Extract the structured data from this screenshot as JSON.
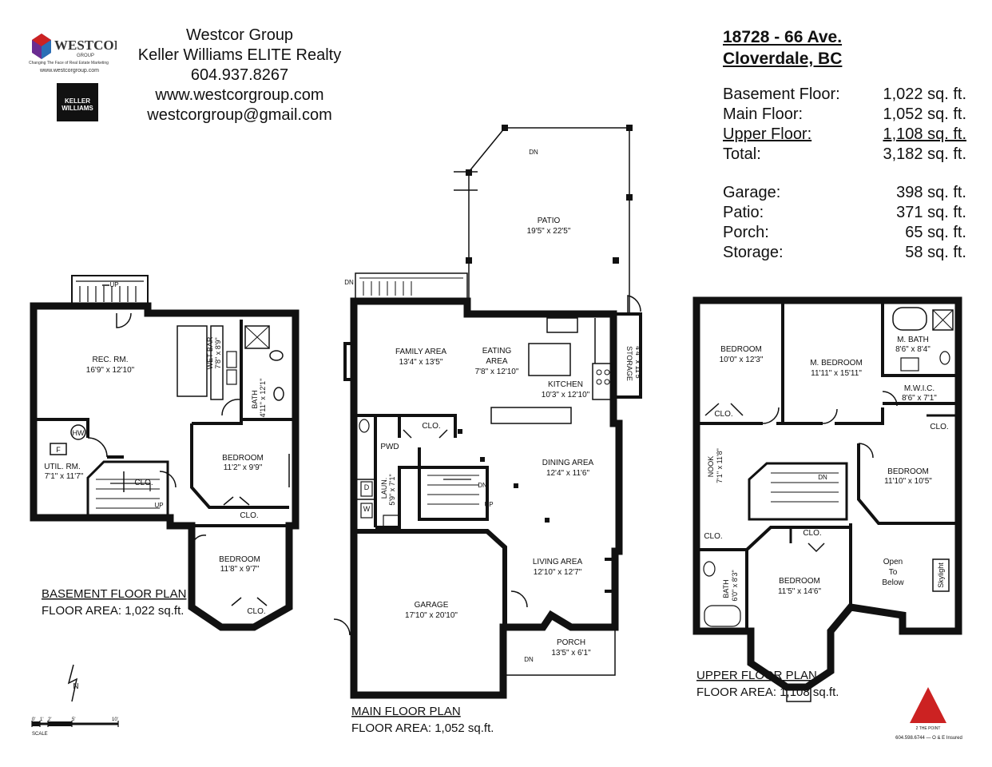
{
  "header": {
    "company": "Westcor Group",
    "brokerage": "Keller Williams ELITE Realty",
    "phone": "604.937.8267",
    "website": "www.westcorgroup.com",
    "email": "westcorgroup@gmail.com",
    "logo_text": "WESTCOR",
    "logo_subtext": "GROUP",
    "logo_tagline": "Changing The Face of Real Estate Marketing",
    "logo_url": "www.westcorgroup.com",
    "kw_logo_text": "KELLER WILLIAMS"
  },
  "property": {
    "address_line1": "18728 - 66 Ave.",
    "address_line2": "Cloverdale, BC"
  },
  "areas": {
    "basement_label": "Basement Floor:",
    "basement_value": "1,022 sq. ft.",
    "main_label": "Main Floor:",
    "main_value": "1,052 sq. ft.",
    "upper_label": "Upper Floor:",
    "upper_value": "1,108 sq. ft.",
    "total_label": "Total:",
    "total_value": "3,182 sq. ft.",
    "garage_label": "Garage:",
    "garage_value": "398 sq. ft.",
    "patio_label": "Patio:",
    "patio_value": "371 sq. ft.",
    "porch_label": "Porch:",
    "porch_value": "65 sq. ft.",
    "storage_label": "Storage:",
    "storage_value": "58 sq. ft."
  },
  "basement": {
    "title": "BASEMENT FLOOR PLAN",
    "area": "FLOOR AREA: 1,022 sq.ft.",
    "rec_name": "REC. RM.",
    "rec_dim": "16'9\" x 12'10\"",
    "wetbar_name": "WET BAR",
    "wetbar_dim": "7'8\" x 8'9\"",
    "bath_name": "BATH",
    "bath_dim": "4'11\" x 12'1\"",
    "util_name": "UTIL. RM.",
    "util_dim": "7'1\" x 11'7\"",
    "bed1_name": "BEDROOM",
    "bed1_dim": "11'2\" x 9'9\"",
    "bed2_name": "BEDROOM",
    "bed2_dim": "11'8\" x 9'7\"",
    "clo": "CLO.",
    "up": "UP",
    "hw": "HW",
    "f": "F"
  },
  "main": {
    "title": "MAIN FLOOR PLAN",
    "area": "FLOOR AREA: 1,052 sq.ft.",
    "patio_name": "PATIO",
    "patio_dim": "19'5\" x 22'5\"",
    "family_name": "FAMILY AREA",
    "family_dim": "13'4\" x 13'5\"",
    "eating_name1": "EATING",
    "eating_name2": "AREA",
    "eating_dim": "7'8\" x 12'10\"",
    "kitchen_name": "KITCHEN",
    "kitchen_dim": "10'3\" x 12'10\"",
    "storage_name": "STORAGE",
    "storage_dim": "4'4\" x 11'5\"",
    "dining_name": "DINING AREA",
    "dining_dim": "12'4\" x 11'6\"",
    "living_name": "LIVING AREA",
    "living_dim": "12'10\" x 12'7\"",
    "garage_name": "GARAGE",
    "garage_dim": "17'10\" x 20'10\"",
    "porch_name": "PORCH",
    "porch_dim": "13'5\" x 6'1\"",
    "laun_name": "LAUN.",
    "laun_dim": "5'9\" x 7'1\"",
    "pwd": "PWD",
    "clo": "CLO.",
    "dn": "DN",
    "up": "UP",
    "d": "D",
    "w": "W"
  },
  "upper": {
    "title": "UPPER FLOOR PLAN",
    "area": "FLOOR AREA: 1,108 sq.ft.",
    "bed1_name": "BEDROOM",
    "bed1_dim": "10'0\" x 12'3\"",
    "mbed_name": "M. BEDROOM",
    "mbed_dim": "11'11\" x 15'11\"",
    "mbath_name": "M. BATH",
    "mbath_dim": "8'6\" x 8'4\"",
    "mwic_name": "M.W.I.C.",
    "mwic_dim": "8'6\" x 7'1\"",
    "bed2_name": "BEDROOM",
    "bed2_dim": "11'10\" x 10'5\"",
    "nook_name": "NOOK",
    "nook_dim": "7'1\" x 11'8\"",
    "bath_name": "BATH",
    "bath_dim": "6'0\" x 8'3\"",
    "bed3_name": "BEDROOM",
    "bed3_dim": "11'5\" x 14'6\"",
    "open1": "Open",
    "open2": "To",
    "open3": "Below",
    "skylight": "Skylight",
    "clo": "CLO.",
    "dn": "DN"
  },
  "footer": {
    "scale_label": "SCALE",
    "scale_ticks": [
      "0'",
      "1'",
      "2'",
      "5'",
      "10'"
    ],
    "north": "N",
    "credit_logo": "2 THE POINT",
    "credit": "604.598.6744 — O & E Insured"
  },
  "colors": {
    "wall": "#111111",
    "accent_red": "#cc2222",
    "logo_purple": "#6a2c91",
    "logo_blue": "#2b6fb6"
  }
}
